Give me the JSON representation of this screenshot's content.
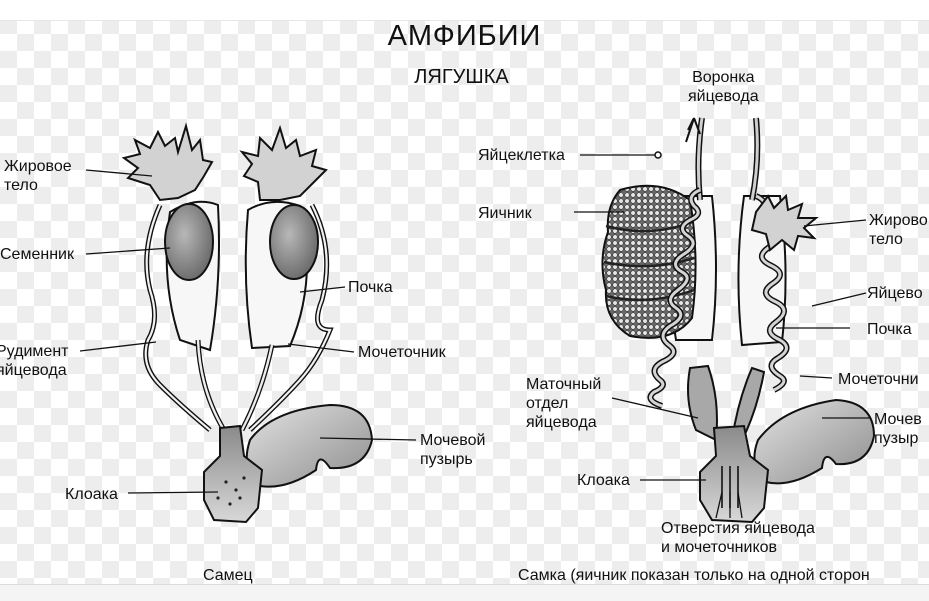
{
  "title": "АМФИБИИ",
  "subtitle": "ЛЯГУШКА",
  "male": {
    "labels": {
      "fat_body": "Жировое\nтело",
      "testis": "Семенник",
      "oviduct_rudiment": "Рудимент\nяйцевода",
      "kidney": "Почка",
      "ureter": "Мочеточник",
      "bladder": "Мочевой\nпузырь",
      "cloaca": "Клоака"
    },
    "caption": "Самец"
  },
  "female": {
    "labels": {
      "funnel": "Воронка\nяйцевода",
      "egg": "Яйцеклетка",
      "ovary": "Яичник",
      "fat_body": "Жирово\nтело",
      "oviduct": "Яйцево",
      "kidney": "Почка",
      "ureter": "Мочеточни",
      "bladder": "Мочев\nпузыр",
      "uterus": "Маточный\nотдел\nяйцевода",
      "cloaca": "Клоака",
      "openings": "Отверстия яйцевода\nи мочеточников"
    },
    "caption": "Самка (яичник показан только на одной сторон"
  }
}
